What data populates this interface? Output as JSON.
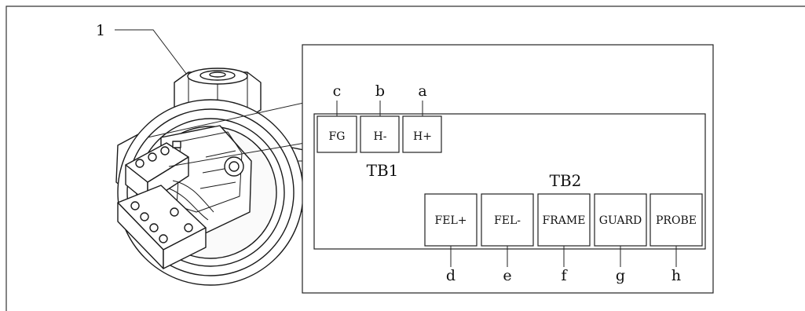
{
  "callout": {
    "number": "1"
  },
  "tb1": {
    "title": "TB1",
    "terminals": [
      {
        "letter": "c",
        "label": "FG"
      },
      {
        "letter": "b",
        "label": "H-"
      },
      {
        "letter": "a",
        "label": "H+"
      }
    ]
  },
  "tb2": {
    "title": "TB2",
    "terminals": [
      {
        "letter": "d",
        "label": "FEL+"
      },
      {
        "letter": "e",
        "label": "FEL-"
      },
      {
        "letter": "f",
        "label": "FRAME"
      },
      {
        "letter": "g",
        "label": "GUARD"
      },
      {
        "letter": "h",
        "label": "PROBE"
      }
    ]
  }
}
